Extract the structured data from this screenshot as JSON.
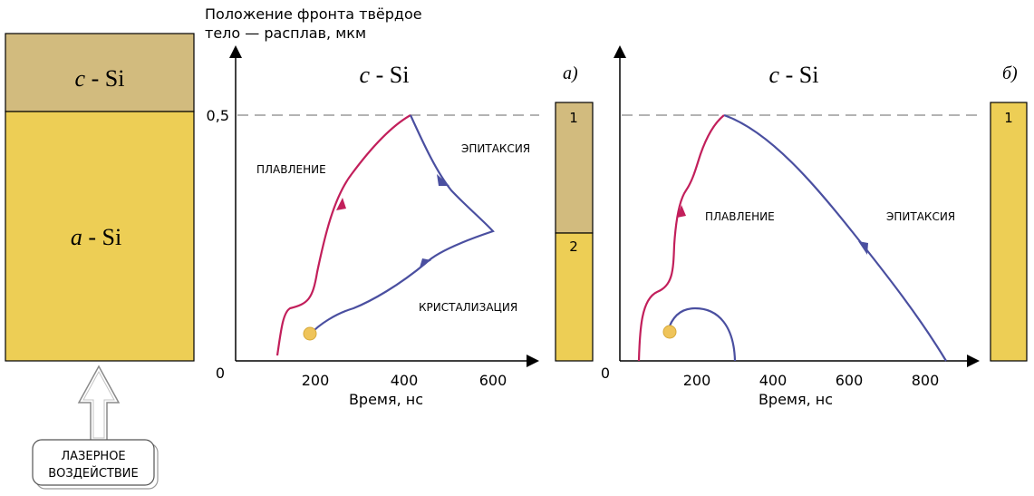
{
  "sample": {
    "top_layer": {
      "label_italic": "c",
      "label_rest": " - Si",
      "color": "#D2BB7E"
    },
    "bottom_layer": {
      "label_italic": "a",
      "label_rest": " - Si",
      "color": "#EDCE55"
    }
  },
  "laser": {
    "label_line1": "ЛАЗЕРНОЕ",
    "label_line2": "ВОЗДЕЙСТВИЕ"
  },
  "y_axis_title_line1": "Положение фронта твёрдое",
  "y_axis_title_line2": "тело — расплав, мкм",
  "y_tick_label": "0,5",
  "panels": [
    {
      "id": "a",
      "title_italic": "c",
      "title_rest": " - Si",
      "panel_letter": "а)",
      "origin_label": "0",
      "x_ticks": [
        "200",
        "400",
        "600"
      ],
      "x_axis_label": "Время, нс",
      "annotations": {
        "melting": "ПЛАВЛЕНИЕ",
        "epitaxy": "ЭПИТАКСИЯ",
        "crystallization": "КРИСТАЛИЗАЦИЯ"
      },
      "result_blocks": [
        {
          "label": "1",
          "color": "#D2BB7E"
        },
        {
          "label": "2",
          "color": "#EDCE55"
        }
      ]
    },
    {
      "id": "b",
      "title_italic": "c",
      "title_rest": " - Si",
      "panel_letter": "б)",
      "origin_label": "0",
      "x_ticks": [
        "200",
        "400",
        "600",
        "800"
      ],
      "x_axis_label": "Время, нс",
      "annotations": {
        "melting": "ПЛАВЛЕНИЕ",
        "epitaxy": "ЭПИТАКСИЯ"
      },
      "result_blocks": [
        {
          "label": "1",
          "color": "#EDCE55"
        }
      ]
    }
  ],
  "colors": {
    "melting_curve": "#C21F5B",
    "epitaxy_curve": "#4A4FA0",
    "dashed_line": "#9A9A9A",
    "marker": "#EFC45A"
  }
}
